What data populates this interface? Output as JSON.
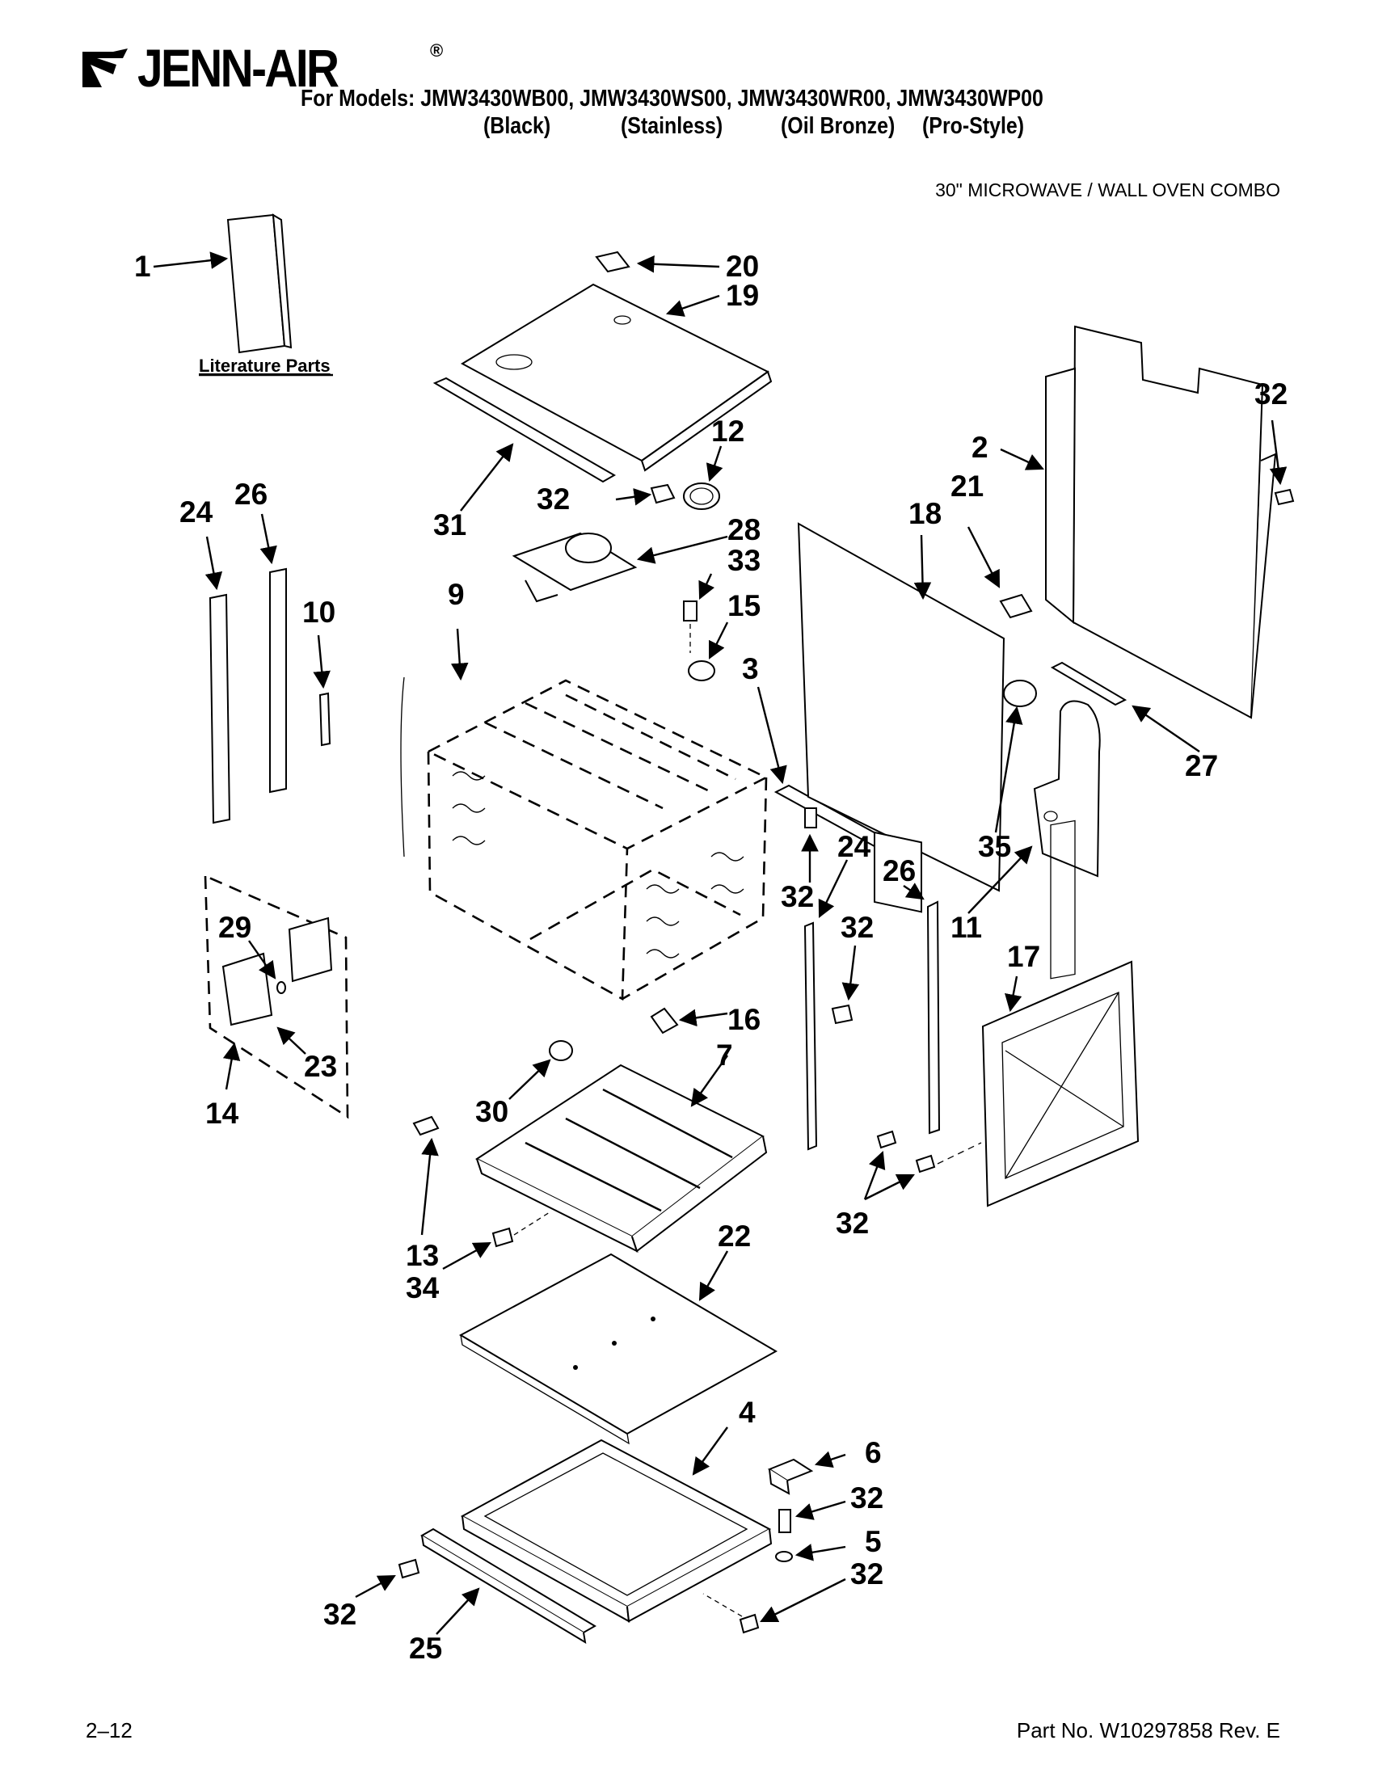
{
  "header": {
    "brand": "JENN-AIR",
    "models_line": "For Models: JMW3430WB00, JMW3430WS00, JMW3430WR00, JMW3430WP00",
    "finishes": [
      "(Black)",
      "(Stainless)",
      "(Oil Bronze)",
      "(Pro-Style)"
    ],
    "subtitle": "30\" MICROWAVE / WALL OVEN COMBO"
  },
  "literature_label": "Literature Parts",
  "callouts": {
    "c1": "1",
    "c20": "20",
    "c19": "19",
    "c32_tr": "32",
    "c2": "2",
    "c21": "21",
    "c18": "18",
    "c12": "12",
    "c32_top": "32",
    "c31": "31",
    "c28": "28",
    "c33": "33",
    "c15": "15",
    "c24_l": "24",
    "c26_l": "26",
    "c10": "10",
    "c9": "9",
    "c3": "3",
    "c27": "27",
    "c35": "35",
    "c32_mid": "32",
    "c24_r": "24",
    "c26_r": "26",
    "c32_r": "32",
    "c11": "11",
    "c17": "17",
    "c29": "29",
    "c23": "23",
    "c14": "14",
    "c16": "16",
    "c7": "7",
    "c30": "30",
    "c13": "13",
    "c34": "34",
    "c22": "22",
    "c32_bot": "32",
    "c4": "4",
    "c6": "6",
    "c32_b1": "32",
    "c5": "5",
    "c32_b2": "32",
    "c32_bl": "32",
    "c25": "25"
  },
  "footer": {
    "page": "2–12",
    "part_no": "Part No. W10297858 Rev. E"
  }
}
